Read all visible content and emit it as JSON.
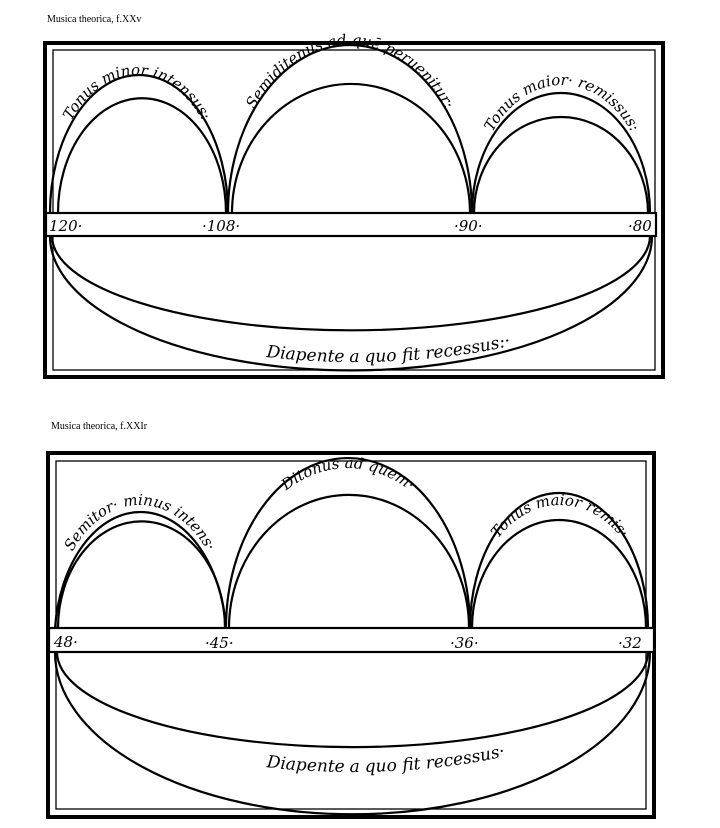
{
  "diagrams": [
    {
      "caption": "Musica theorica, f.XXv",
      "arcs": [
        "Tonus minor intensus:",
        "Semiditenus ad quē peruenitur:",
        "Tonus maior· remissus:"
      ],
      "numbers": [
        "120·",
        "·108·",
        "·90·",
        "·80"
      ],
      "bottom_arc": "Diapente a quo fit recessus:·"
    },
    {
      "caption": "Musica theorica, f.XXIr",
      "arcs": [
        "Semitor· minus intens·",
        "Ditonus ad quem·",
        "Tonus maior remis·"
      ],
      "numbers": [
        "48·",
        "·45·",
        "·36·",
        "·32"
      ],
      "bottom_arc": "Diapente a quo fit recessus·"
    }
  ]
}
